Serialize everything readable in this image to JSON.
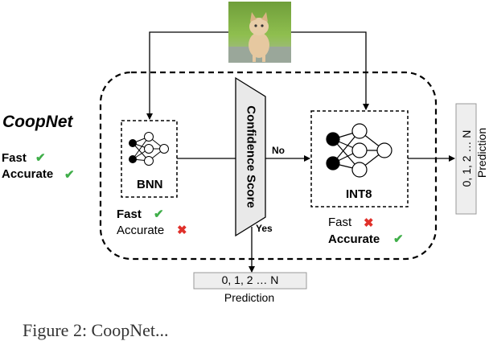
{
  "title": "CoopNet",
  "left_panel": {
    "fast_label": "Fast",
    "fast_mark": "✔",
    "accurate_label": "Accurate",
    "accurate_mark": "✔"
  },
  "input_image": {
    "icon": "cat-photo"
  },
  "bnn": {
    "label": "BNN",
    "fast_label": "Fast",
    "fast_mark": "✔",
    "accurate_label": "Accurate",
    "accurate_mark": "✖"
  },
  "confidence": {
    "label": "Confidence Score",
    "no_label": "No",
    "yes_label": "Yes"
  },
  "int8": {
    "label": "INT8",
    "fast_label": "Fast",
    "fast_mark": "✖",
    "accurate_label": "Accurate",
    "accurate_mark": "✔"
  },
  "prediction_right": {
    "value": "0, 1, 2 … N",
    "label": "Prediction"
  },
  "prediction_bottom": {
    "value": "0, 1, 2 … N",
    "label": "Prediction"
  },
  "caption": "Figure 2: CoopNet..."
}
